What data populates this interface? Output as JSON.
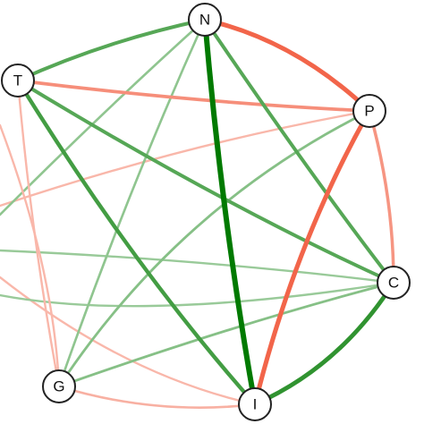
{
  "nodes": [
    {
      "id": "N",
      "label": "N"
    },
    {
      "id": "P",
      "label": "P"
    },
    {
      "id": "C",
      "label": "C"
    },
    {
      "id": "I",
      "label": "I"
    },
    {
      "id": "G",
      "label": "G"
    },
    {
      "id": "T",
      "label": "T"
    }
  ],
  "edges": [
    {
      "from": "N",
      "to": "I",
      "sign": "positive",
      "strength": 1.0
    },
    {
      "from": "N",
      "to": "P",
      "sign": "negative",
      "strength": 0.8
    },
    {
      "from": "P",
      "to": "I",
      "sign": "negative",
      "strength": 0.8
    },
    {
      "from": "I",
      "to": "C",
      "sign": "positive",
      "strength": 0.75
    },
    {
      "from": "T",
      "to": "I",
      "sign": "positive",
      "strength": 0.65
    },
    {
      "from": "T",
      "to": "C",
      "sign": "positive",
      "strength": 0.55
    },
    {
      "from": "N",
      "to": "C",
      "sign": "positive",
      "strength": 0.55
    },
    {
      "from": "T",
      "to": "N",
      "sign": "positive",
      "strength": 0.55
    },
    {
      "from": "T",
      "to": "P",
      "sign": "negative",
      "strength": 0.5
    },
    {
      "from": "P",
      "to": "C",
      "sign": "negative",
      "strength": 0.45
    },
    {
      "from": "G",
      "to": "P",
      "sign": "positive",
      "strength": 0.3
    },
    {
      "from": "G",
      "to": "C",
      "sign": "positive",
      "strength": 0.3
    },
    {
      "from": "G",
      "to": "I",
      "sign": "negative",
      "strength": 0.25
    },
    {
      "from": "G",
      "to": "N",
      "sign": "positive",
      "strength": 0.25
    },
    {
      "from": "T",
      "to": "G",
      "sign": "negative",
      "strength": 0.2
    }
  ],
  "offscreen_edges": [
    {
      "sign": "negative",
      "strength": 0.2
    },
    {
      "sign": "positive",
      "strength": 0.25
    },
    {
      "sign": "positive",
      "strength": 0.2
    },
    {
      "sign": "negative",
      "strength": 0.2
    },
    {
      "sign": "positive",
      "strength": 0.2
    },
    {
      "sign": "negative",
      "strength": 0.2
    }
  ],
  "colors": {
    "positive": "#007a00",
    "negative": "#f04a2a",
    "node_fill": "#ffffff",
    "node_stroke": "#222222"
  }
}
